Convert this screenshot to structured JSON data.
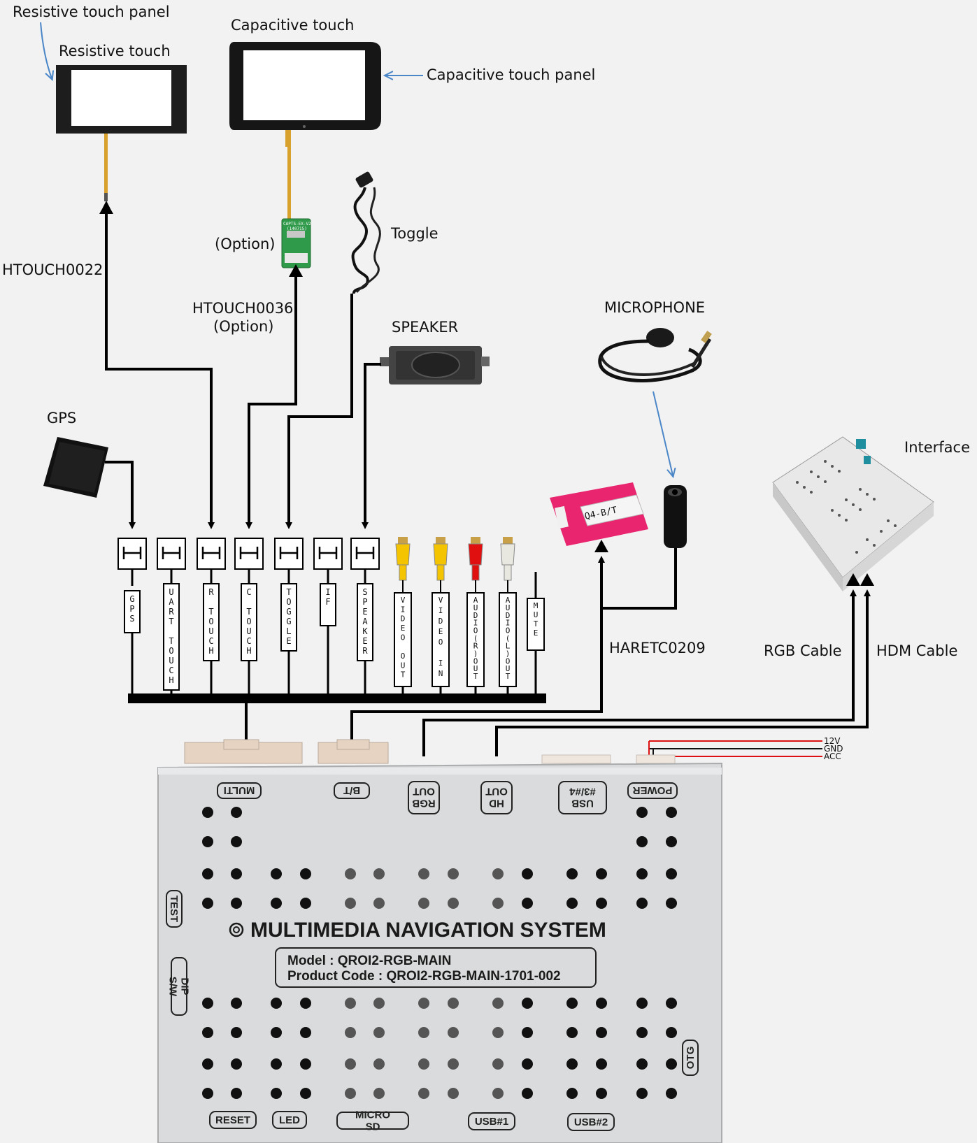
{
  "labels": {
    "resistive_panel": "Resistive touch panel",
    "resistive_touch": "Resistive touch",
    "capacitive_touch": "Capacitive touch",
    "capacitive_panel": "Capacitive touch panel",
    "option1": "(Option)",
    "toggle": "Toggle",
    "htouch0022": "HTOUCH0022",
    "htouch0036": "HTOUCH0036",
    "option2": "(Option)",
    "speaker": "SPEAKER",
    "microphone": "MICROPHONE",
    "gps": "GPS",
    "interface": "Interface",
    "haretc0209": "HARETC0209",
    "rgb_cable": "RGB Cable",
    "hdm_cable": "HDM Cable",
    "bt_module": "Q4-B/T",
    "cap_board": "CAPTS-EX-V2",
    "cap_board_date": "(140715)"
  },
  "connectors": [
    {
      "name": "gps",
      "text": "GPS"
    },
    {
      "name": "uart-touch",
      "text": "UART TOUCH"
    },
    {
      "name": "r-touch",
      "text": "R TOUCH"
    },
    {
      "name": "c-touch",
      "text": "C TOUCH"
    },
    {
      "name": "toggle",
      "text": "TOGGLE"
    },
    {
      "name": "if",
      "text": "IF"
    },
    {
      "name": "speaker",
      "text": "SPEAKER"
    }
  ],
  "rca": [
    {
      "name": "video-out",
      "text": "VIDEO OUT",
      "color": "#f5c400"
    },
    {
      "name": "video-in",
      "text": "VIDEO IN",
      "color": "#f5c400"
    },
    {
      "name": "audio-r-out",
      "text": "AUDIO(R)OUT",
      "color": "#e01010"
    },
    {
      "name": "audio-l-out",
      "text": "AUDIO(L)OUT",
      "color": "#e8e8e0"
    },
    {
      "name": "mute",
      "text": "MUTE",
      "color": ""
    }
  ],
  "power_wires": [
    {
      "text": "12V",
      "color": "#d11"
    },
    {
      "text": "GND",
      "color": "#111"
    },
    {
      "text": "ACC",
      "color": "#d11"
    }
  ],
  "unit": {
    "title": "MULTIMEDIA NAVIGATION SYSTEM",
    "model": "Model : QROI2-RGB-MAIN",
    "product_code": "Product Code : QROI2-RGB-MAIN-1701-002",
    "top_ports": [
      "MULTI",
      "B/T",
      "RGB OUT",
      "HD OUT",
      "USB #3/#4",
      "POWER"
    ],
    "left_ports": [
      "TEST",
      "DIP S/W"
    ],
    "right_ports": [
      "OTG"
    ],
    "bottom_ports": [
      "RESET",
      "LED",
      "MICRO SD",
      "USB#1",
      "USB#2"
    ]
  },
  "colors": {
    "wire": "#000000",
    "arrow_blue": "#4a86c8",
    "unit_body": "#d9dbdc",
    "bt_pink": "#e8256e"
  }
}
